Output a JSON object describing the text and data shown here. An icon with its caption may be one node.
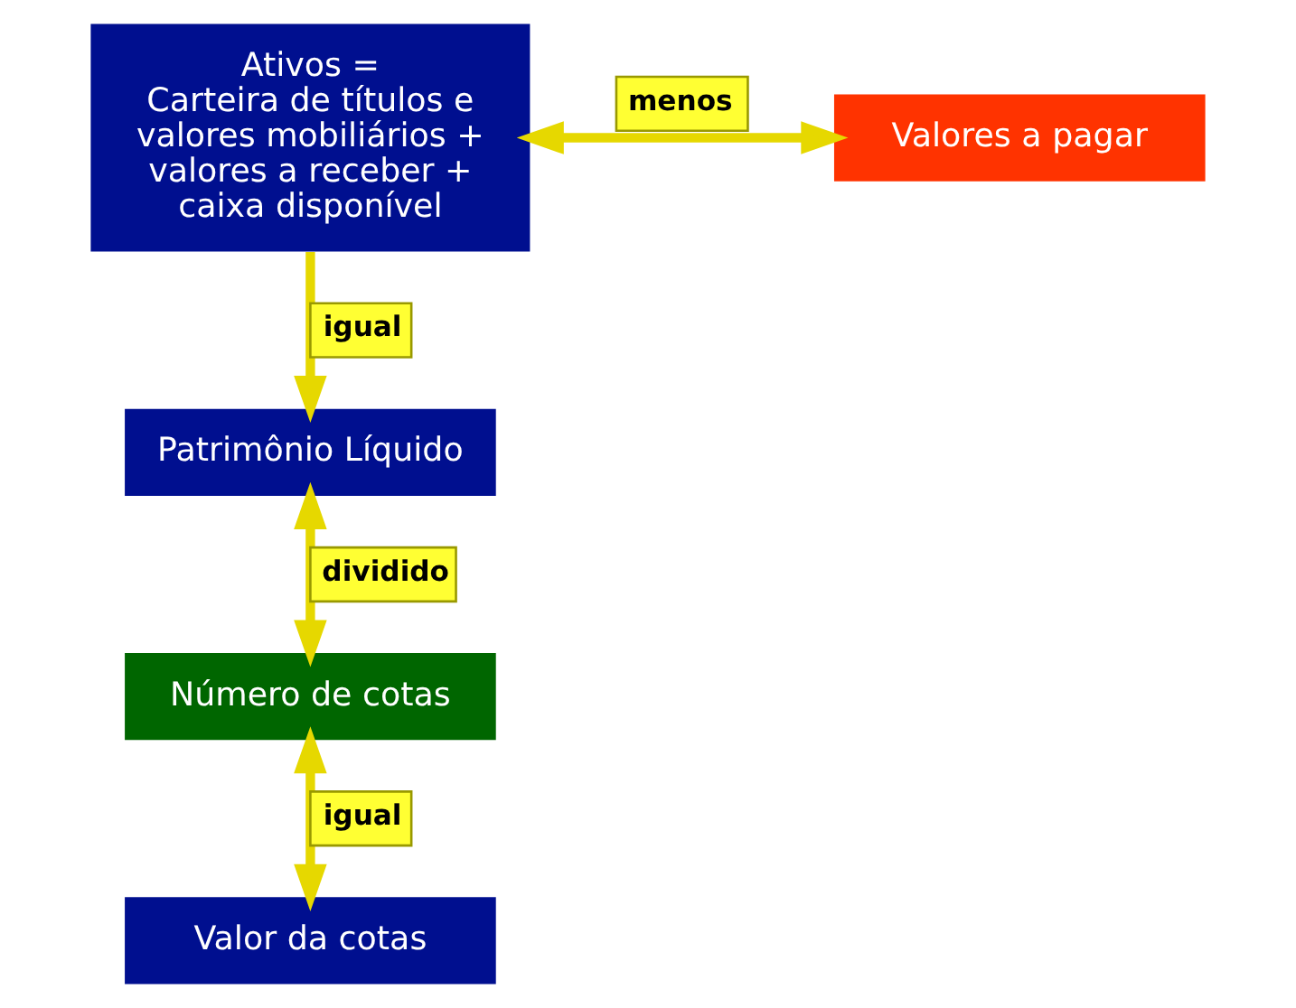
{
  "diagram": {
    "nodes": [
      {
        "text": [
          "Ativos = Carteira de títulos e valores mobiliários + valores a receber + caixa disponível"
        ]
      },
      {
        "text": [
          "Valores a pagar"
        ]
      },
      {
        "text": [
          "Patrimônio Líquido"
        ]
      },
      {
        "text": [
          "Número de cotas"
        ]
      },
      {
        "text": [
          "Valor da cotas"
        ]
      }
    ],
    "edges": [
      {
        "from": 0,
        "to": 1,
        "arrow": "both",
        "label": "menos"
      },
      {
        "from": 0,
        "to": 2,
        "arrow": "to",
        "label": "igual"
      },
      {
        "from": 2,
        "to": 3,
        "arrow": "both",
        "label": "dividido"
      },
      {
        "from": 3,
        "to": 4,
        "arrow": "both",
        "label": "igual"
      }
    ]
  }
}
